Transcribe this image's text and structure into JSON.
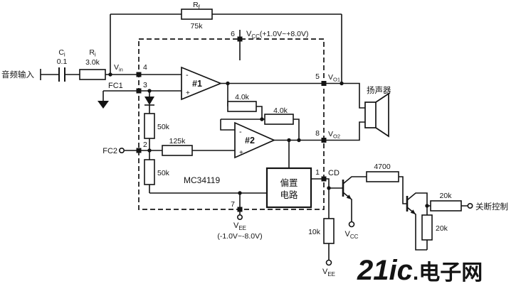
{
  "feedback": {
    "name_main": "R",
    "name_sub": "f",
    "value": "75k"
  },
  "power": {
    "pin6": "6",
    "vcc_main": "V",
    "vcc_sub": "CC",
    "vcc_range": "(+1.0V~+8.0V)",
    "pin7": "7",
    "vee_main": "V",
    "vee_sub": "EE",
    "vee_range": "(-1.0V~-8.0V)"
  },
  "input": {
    "label": "音频输入",
    "cap_main": "C",
    "cap_sub": "i",
    "cap_value": "0.1",
    "res_main": "R",
    "res_sub": "i",
    "res_value": "3.0k",
    "vin_main": "V",
    "vin_sub": "in",
    "pin4": "4",
    "fc1": "FC1",
    "pin3": "3",
    "fc2": "FC2",
    "pin2": "2"
  },
  "ic": {
    "name": "MC34119",
    "amp1": "#1",
    "amp2": "#2",
    "minus": "-",
    "plus": "+",
    "r_4k_a": "4.0k",
    "r_4k_b": "4.0k",
    "r_50k_top": "50k",
    "r_125k": "125k",
    "r_50k_bottom": "50k",
    "bias_line1": "偏置",
    "bias_line2": "电路"
  },
  "output": {
    "pin5": "5",
    "vo1_main": "V",
    "vo1_sub": "O1",
    "pin8": "8",
    "vo2_main": "V",
    "vo2_sub": "O2",
    "speaker": "扬声器",
    "pin1": "1",
    "cd": "CD"
  },
  "shutdown": {
    "r4700": "4700",
    "r20k_h": "20k",
    "r20k_v": "20k",
    "r10k": "10k",
    "vcc_main": "V",
    "vcc_sub": "CC",
    "vee_main": "V",
    "vee_sub": "EE",
    "label": "关断控制"
  },
  "watermark": {
    "part1": "21ic",
    "part2": ".电子网",
    "color": "#c8191e"
  }
}
